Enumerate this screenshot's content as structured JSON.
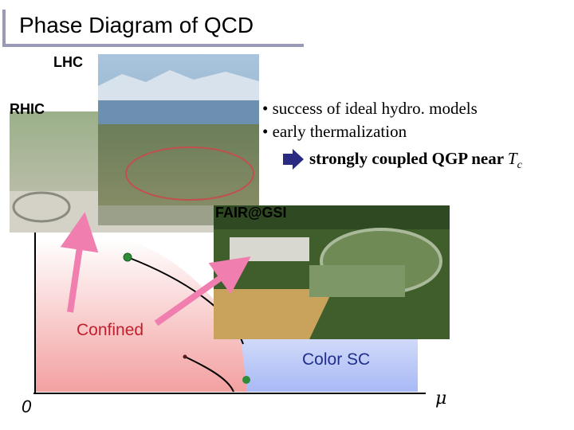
{
  "title": "Phase Diagram of QCD",
  "labels": {
    "lhc": "LHC",
    "rhic": "RHIC",
    "fair": "FAIR@GSI",
    "confined": "Confined",
    "color_sc": "Color SC",
    "origin": "0",
    "mu": "μ"
  },
  "bullets": [
    "• success of ideal hydro. models",
    "• early thermalization"
  ],
  "conclusion": {
    "text": "strongly coupled QGP near ",
    "tc": "T",
    "tc_sub": "c"
  },
  "colors": {
    "title_bar": "#9a9ab8",
    "confined_region": "#f3a0a0",
    "color_sc_region": "#a8b9f5",
    "pointer_arrow": "#f07fb0",
    "critical_point": "#2e8b3a",
    "arrow_icon": "#2a2a80"
  }
}
